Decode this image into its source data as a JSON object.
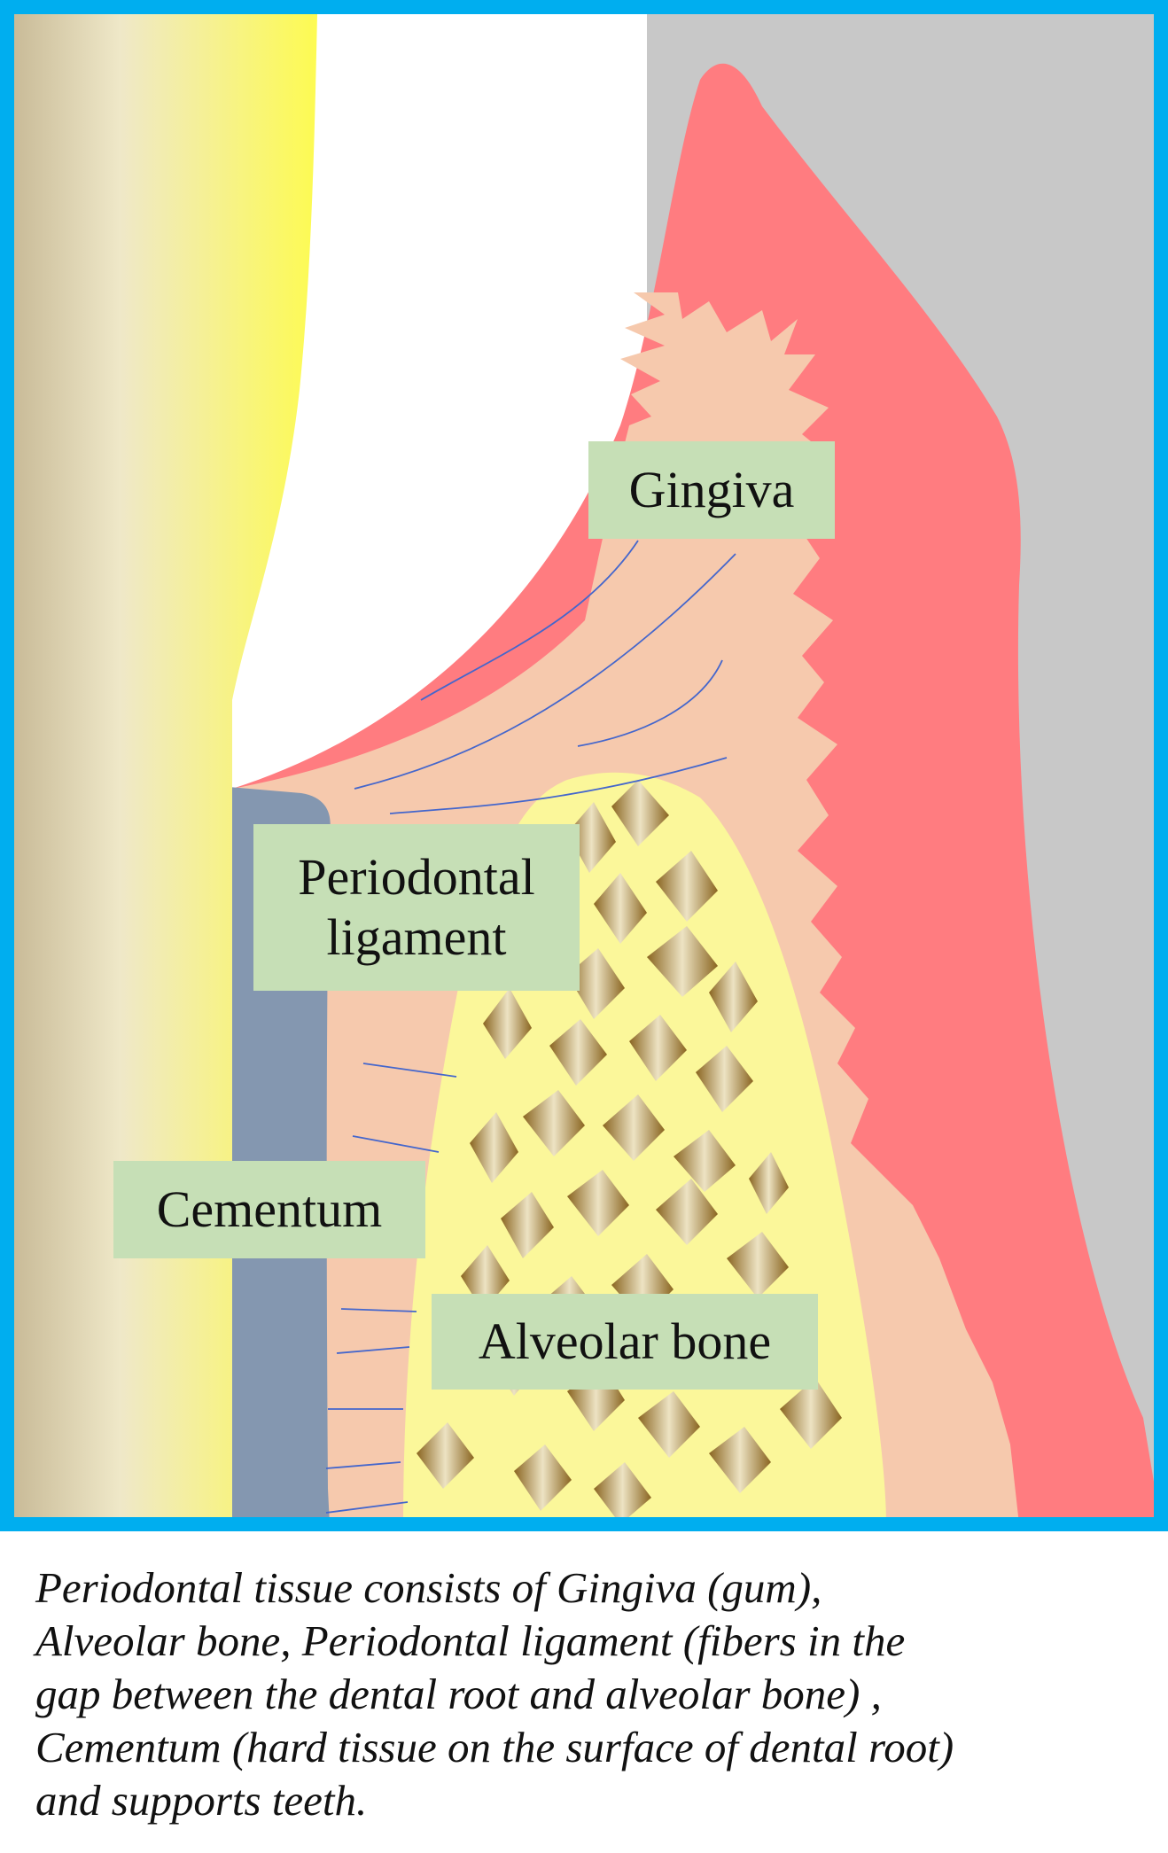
{
  "labels": {
    "gingiva": "Gingiva",
    "periodontal_ligament_line1": "Periodontal",
    "periodontal_ligament_line2": "ligament",
    "cementum": "Cementum",
    "alveolar_bone": "Alveolar bone"
  },
  "caption": {
    "line1": "Periodontal tissue consists of Gingiva (gum),",
    "line2": "Alveolar bone, Periodontal ligament (fibers in the",
    "line3": "gap between the dental root and alveolar bone) ,",
    "line4": "Cementum (hard tissue on the surface of dental root)",
    "line5": "and supports teeth."
  },
  "colors": {
    "frame": "#00aeef",
    "tooth": "#f7f07a",
    "gingiva": "#ff7c80",
    "connective_tissue": "#f6c9ad",
    "cementum": "#8497b0",
    "alveolar_bone": "#fbf79a",
    "background_gray": "#c8c8c8",
    "label_box": "#c6dfb6",
    "fibers": "#4466cc"
  }
}
